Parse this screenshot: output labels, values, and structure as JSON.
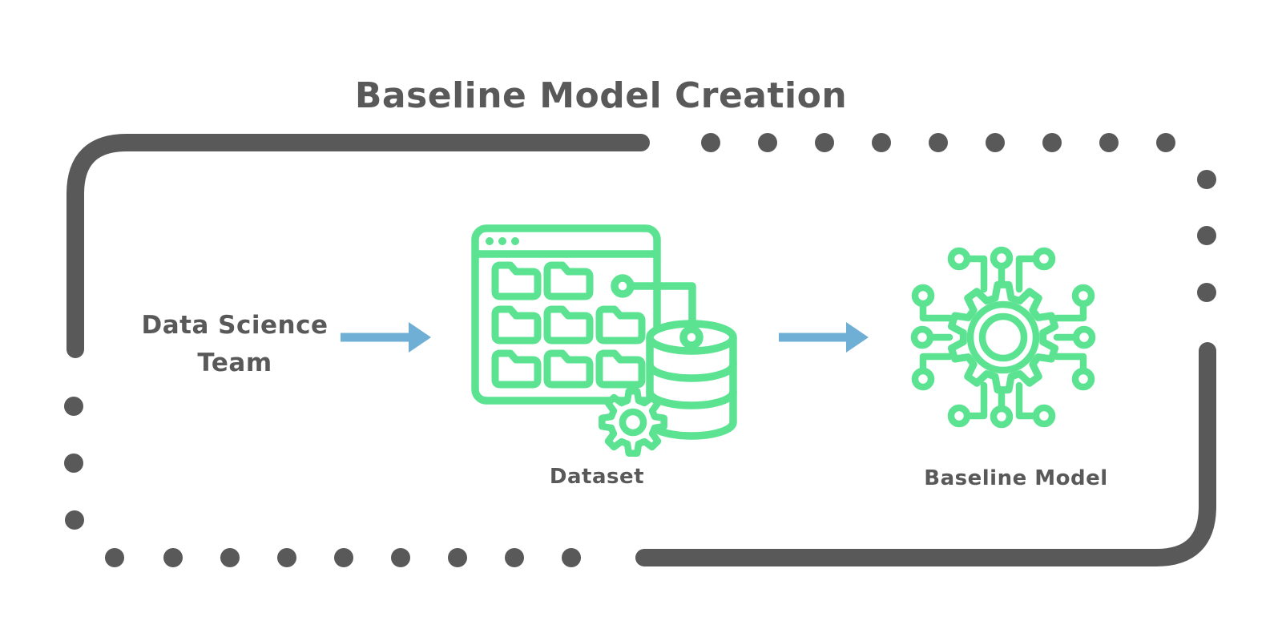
{
  "title": "Baseline Model Creation",
  "nodes": {
    "source": {
      "label_line1": "Data Science",
      "label_line2": "Team"
    },
    "dataset": {
      "label": "Dataset",
      "icon": "folders-database-gear-icon"
    },
    "model": {
      "label": "Baseline Model",
      "icon": "circuit-gear-icon"
    }
  },
  "flow": {
    "arrow1": "source-to-dataset",
    "arrow2": "dataset-to-model"
  },
  "colors": {
    "background": "#FFFFFF",
    "text_gray": "#595959",
    "border_gray": "#595959",
    "icon_green": "#5BE392",
    "arrow_blue": "#6FAFD5"
  }
}
